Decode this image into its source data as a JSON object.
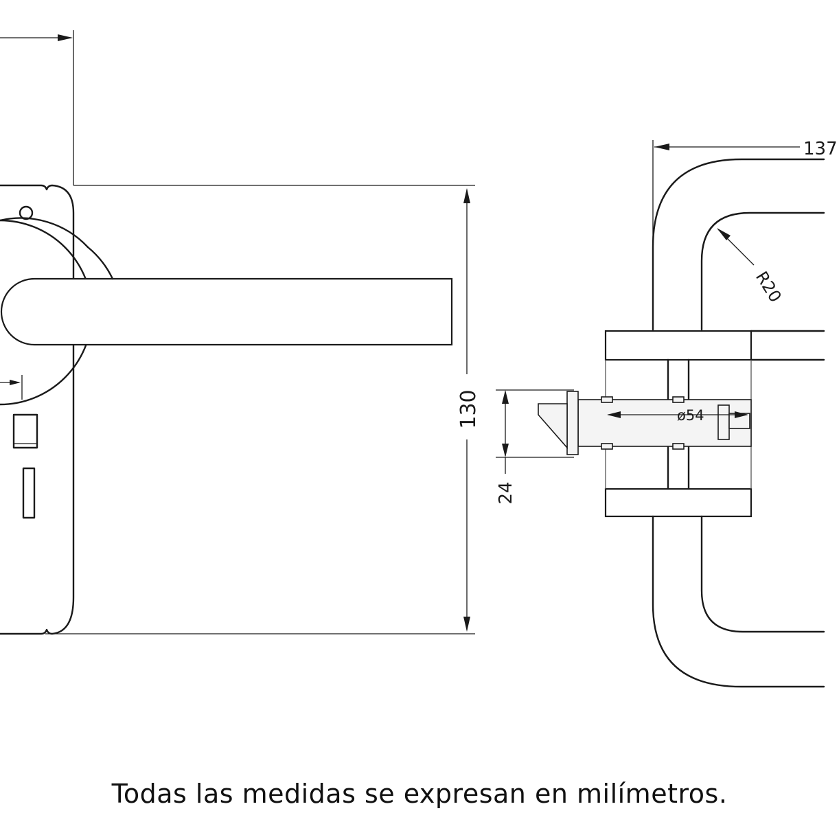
{
  "dimensions": {
    "plate_height": "130",
    "rose_offset": "24",
    "spindle_diameter": "ø54",
    "handle_radius": "R20",
    "handle_projection": "137"
  },
  "footer_note": "Todas las medidas se expresan en milímetros."
}
